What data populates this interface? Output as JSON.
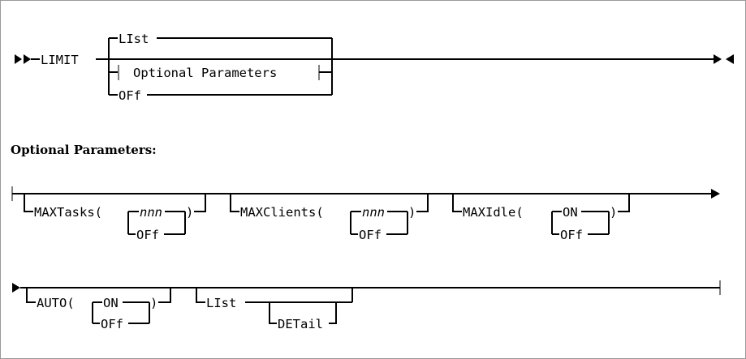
{
  "document": {
    "type": "railroad-syntax-diagram",
    "background_color": "#ffffff",
    "line_color": "#000000",
    "border_color": "#999999"
  },
  "main_diagram": {
    "start_marker": "►►",
    "end_marker": "►◄",
    "command": "LIMIT",
    "choices": [
      {
        "label": "LIst",
        "kind": "keyword",
        "position": "above-default"
      },
      {
        "label": "Optional Parameters",
        "kind": "fragment-reference",
        "position": "main"
      },
      {
        "label": "OFf",
        "kind": "keyword",
        "position": "below"
      }
    ]
  },
  "fragment": {
    "heading": "Optional Parameters:",
    "rows": [
      {
        "start_marker": "|",
        "end_marker": "►",
        "items": [
          {
            "name": "MAXTasks",
            "open_paren": "(",
            "close_paren": ")",
            "options": [
              "nnn",
              "OFf"
            ],
            "option_styles": [
              "italic",
              "plain"
            ]
          },
          {
            "name": "MAXClients",
            "open_paren": "(",
            "close_paren": ")",
            "options": [
              "nnn",
              "OFf"
            ],
            "option_styles": [
              "italic",
              "plain"
            ]
          },
          {
            "name": "MAXIdle",
            "open_paren": "(",
            "close_paren": ")",
            "options": [
              "ON",
              "OFf"
            ],
            "option_styles": [
              "plain",
              "plain"
            ]
          }
        ]
      },
      {
        "start_marker": "►",
        "end_marker": "|",
        "items": [
          {
            "name": "AUTO",
            "open_paren": "(",
            "close_paren": ")",
            "options": [
              "ON",
              "OFf"
            ],
            "option_styles": [
              "plain",
              "plain"
            ]
          },
          {
            "name": "LIst",
            "open_paren": "",
            "close_paren": "",
            "options": [
              "DETail"
            ],
            "option_styles": [
              "plain"
            ]
          }
        ]
      }
    ]
  },
  "labels": {
    "limit": "LIMIT",
    "list_top": "LIst",
    "optional_parameters_ref": "Optional Parameters",
    "off_bottom": "OFf",
    "heading": "Optional Parameters:",
    "maxtasks": "MAXTasks(",
    "maxtasks_close": ")",
    "maxtasks_nnn": "nnn",
    "maxtasks_off": "OFf",
    "maxclients": "MAXClients(",
    "maxclients_close": ")",
    "maxclients_nnn": "nnn",
    "maxclients_off": "OFf",
    "maxidle": "MAXIdle(",
    "maxidle_close": ")",
    "maxidle_on": "ON",
    "maxidle_off": "OFf",
    "auto": "AUTO(",
    "auto_close": ")",
    "auto_on": "ON",
    "auto_off": "OFf",
    "list_bottom": "LIst",
    "detail": "DETail"
  }
}
